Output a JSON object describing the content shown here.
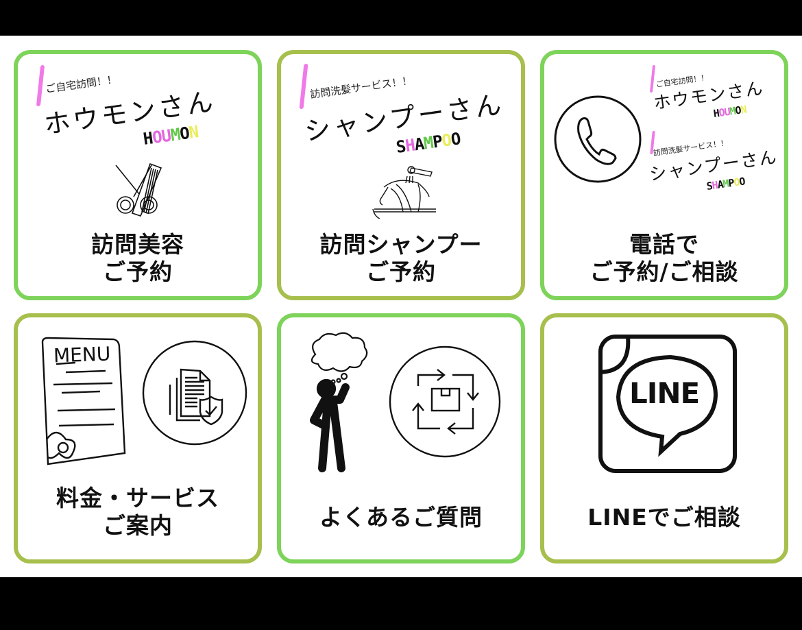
{
  "colors": {
    "border_green": "#7ed35a",
    "border_olive": "#a7bf4c",
    "accent_pink": "#e567e0",
    "accent_green": "#63c84a",
    "accent_yellow": "#e9ee5a",
    "text": "#111111",
    "background": "#ffffff",
    "frame": "#000000"
  },
  "cards": [
    {
      "id": "houmon-booking",
      "label_lines": [
        "訪問美容",
        "ご予約"
      ],
      "logo": {
        "tagline": "ご自宅訪問！！",
        "name": "ホウモンさん",
        "english": [
          "H",
          "O",
          "U",
          "M",
          "O",
          "N"
        ]
      },
      "icon": "scissors-comb-icon"
    },
    {
      "id": "shampoo-booking",
      "label_lines": [
        "訪問シャンプー",
        "ご予約"
      ],
      "logo": {
        "tagline": "訪問洗髪サービス！！",
        "name": "シャンプーさん",
        "english": [
          "S",
          "H",
          "A",
          "M",
          "P",
          "O",
          "O"
        ]
      },
      "icon": "hair-wash-icon"
    },
    {
      "id": "phone-consult",
      "label_lines": [
        "電話で",
        "ご予約/ご相談"
      ],
      "logos": [
        {
          "tagline": "ご自宅訪問！！",
          "name": "ホウモンさん",
          "english": [
            "H",
            "O",
            "U",
            "M",
            "O",
            "N"
          ]
        },
        {
          "tagline": "訪問洗髪サービス！！",
          "name": "シャンプーさん",
          "english": [
            "S",
            "H",
            "A",
            "M",
            "P",
            "O",
            "O"
          ]
        }
      ],
      "icon": "phone-icon"
    },
    {
      "id": "price-service",
      "label_lines": [
        "料金・サービス",
        "ご案内"
      ],
      "menu_text": "MENU",
      "icon": "document-shield-icon"
    },
    {
      "id": "faq",
      "label_lines": [
        "よくあるご質問"
      ],
      "icon": "box-cycle-icon"
    },
    {
      "id": "line-consult",
      "label_lines": [
        "LINEでご相談"
      ],
      "line_logo_text": "LINE",
      "icon": "line-icon"
    }
  ]
}
